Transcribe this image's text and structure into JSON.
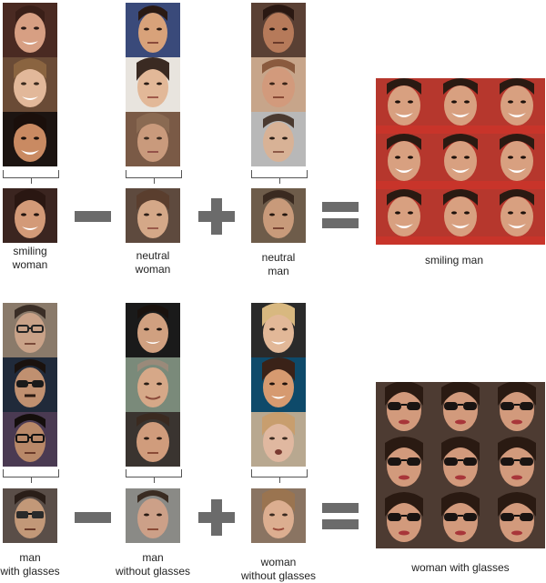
{
  "palette": {
    "background": "#ffffff",
    "operator": "#6b6b6b",
    "text": "#222222",
    "woman_bg": "#5a3a2c",
    "man_bg": "#6e5c4a",
    "result1_bg": "#b6372d",
    "result2_bg": "#4d3b32"
  },
  "row1": {
    "inputs": [
      {
        "label_lines": [
          "smiling",
          "woman"
        ]
      },
      {
        "label_lines": [
          "neutral",
          "woman"
        ]
      },
      {
        "label_lines": [
          "neutral",
          "man"
        ]
      }
    ],
    "operators": [
      "minus",
      "plus",
      "equals"
    ],
    "result_label": "smiling man"
  },
  "row2": {
    "inputs": [
      {
        "label_lines": [
          "man",
          "with glasses"
        ]
      },
      {
        "label_lines": [
          "man",
          "without glasses"
        ]
      },
      {
        "label_lines": [
          "woman",
          "without glasses"
        ]
      }
    ],
    "operators": [
      "minus",
      "plus",
      "equals"
    ],
    "result_label": "woman with glasses"
  }
}
